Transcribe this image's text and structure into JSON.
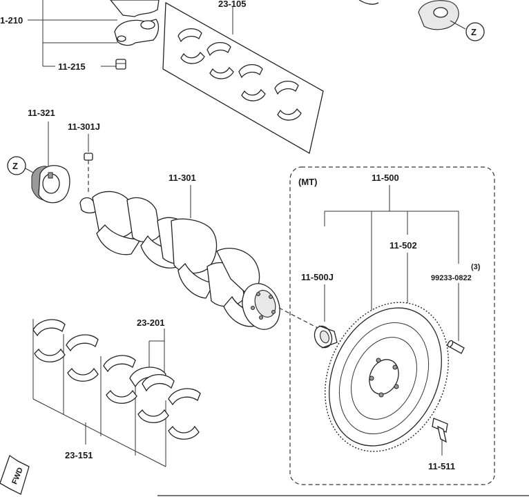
{
  "labels": {
    "main_bearing_cap": "1-210",
    "cap_bolt": "11-215",
    "upper_bearings": "23-105",
    "timing_gear": "11-321",
    "crank_key": "11-301J",
    "crankshaft": "11-301",
    "flywheel_assembly": "11-500",
    "pilot_bearing": "11-500J",
    "flywheel": "11-502",
    "quantity": "(3)",
    "dowel_pin": "99233-0822",
    "flywheel_bolt": "11-511",
    "thrust_bearing": "23-201",
    "lower_bearings": "23-151",
    "mt_box": "(MT)",
    "ref_z": "Z",
    "fwd": "FWD"
  }
}
